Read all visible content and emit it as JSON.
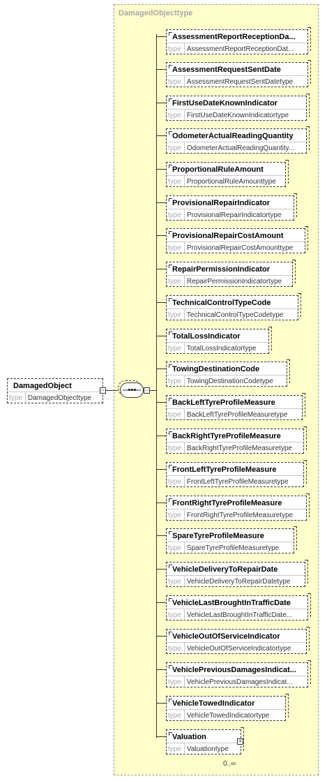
{
  "complex_type": {
    "title": "DamagedObjecttype"
  },
  "root": {
    "name": "DamagedObject",
    "type_label": "type",
    "type": "DamagedObjecttype"
  },
  "elements": [
    {
      "name": "AssessmentReportReceptionDa...",
      "type_label": "type",
      "type": "AssessmentReportReceptionDat..."
    },
    {
      "name": "AssessmentRequestSentDate",
      "type_label": "type",
      "type": "AssessmentRequestSentDatetype"
    },
    {
      "name": "FirstUseDateKnownIndicator",
      "type_label": "type",
      "type": "FirstUseDateKnownIndicatortype"
    },
    {
      "name": "OdometerActualReadingQuantity",
      "type_label": "type",
      "type": "OdometerActualReadingQuantity..."
    },
    {
      "name": "ProportionalRuleAmount",
      "type_label": "type",
      "type": "ProportionalRuleAmounttype"
    },
    {
      "name": "ProvisionalRepairIndicator",
      "type_label": "type",
      "type": "ProvisionalRepairIndicatortype"
    },
    {
      "name": "ProvisionalRepairCostAmount",
      "type_label": "type",
      "type": "ProvisionalRepairCostAmounttype"
    },
    {
      "name": "RepairPermissionIndicator",
      "type_label": "type",
      "type": "RepairPermissionIndicatortype"
    },
    {
      "name": "TechnicalControlTypeCode",
      "type_label": "type",
      "type": "TechnicalControlTypeCodetype"
    },
    {
      "name": "TotalLossIndicator",
      "type_label": "type",
      "type": "TotalLossIndicatortype"
    },
    {
      "name": "TowingDestinationCode",
      "type_label": "type",
      "type": "TowingDestinationCodetype"
    },
    {
      "name": "BackLeftTyreProfileMeasure",
      "type_label": "type",
      "type": "BackLeftTyreProfileMeasuretype"
    },
    {
      "name": "BackRightTyreProfileMeasure",
      "type_label": "type",
      "type": "BackRightTyreProfileMeasuretype"
    },
    {
      "name": "FrontLeftTyreProfileMeasure",
      "type_label": "type",
      "type": "FrontLeftTyreProfileMeasuretype"
    },
    {
      "name": "FrontRightTyreProfileMeasure",
      "type_label": "type",
      "type": "FrontRightTyreProfileMeasuretype"
    },
    {
      "name": "SpareTyreProfileMeasure",
      "type_label": "type",
      "type": "SpareTyreProfileMeasuretype"
    },
    {
      "name": "VehicleDeliveryToRepairDate",
      "type_label": "type",
      "type": "VehicleDeliveryToRepairDatetype"
    },
    {
      "name": "VehicleLastBroughtInTrafficDate",
      "type_label": "type",
      "type": "VehicleLastBroughtInTrafficDate..."
    },
    {
      "name": "VehicleOutOfServiceIndicator",
      "type_label": "type",
      "type": "VehicleOutOfServiceIndicatortype"
    },
    {
      "name": "VehiclePreviousDamagesIndicat...",
      "type_label": "type",
      "type": "VehiclePreviousDamagesIndicat..."
    },
    {
      "name": "VehicleTowedIndicator",
      "type_label": "type",
      "type": "VehicleTowedIndicatortype"
    },
    {
      "name": "Valuation",
      "type_label": "type",
      "type": "Valuationtype",
      "occurrence": "0..∞"
    }
  ]
}
